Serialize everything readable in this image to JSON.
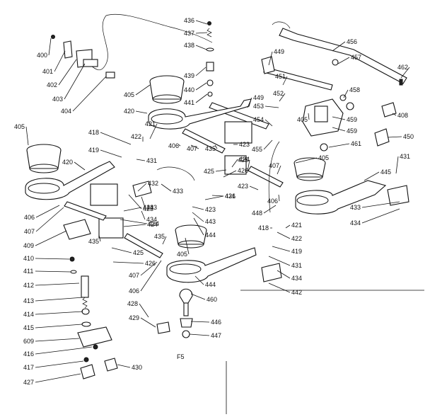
{
  "diagram": {
    "page_mark": "F5",
    "callouts": [
      "436",
      "437",
      "438",
      "439",
      "440",
      "441",
      "400",
      "401",
      "402",
      "403",
      "404",
      "405",
      "405",
      "405",
      "405",
      "405",
      "420",
      "420",
      "421",
      "421",
      "422",
      "422",
      "418",
      "418",
      "419",
      "419",
      "406",
      "406",
      "406",
      "406",
      "407",
      "407",
      "407",
      "407",
      "435",
      "435",
      "435",
      "423",
      "423",
      "423",
      "423",
      "424",
      "424",
      "424",
      "424",
      "425",
      "425",
      "425",
      "426",
      "426",
      "426",
      "431",
      "431",
      "431",
      "431",
      "432",
      "433",
      "433",
      "433",
      "434",
      "434",
      "434",
      "442",
      "443",
      "444",
      "444",
      "445",
      "446",
      "447",
      "448",
      "449",
      "449",
      "450",
      "451",
      "452",
      "453",
      "454",
      "455",
      "456",
      "457",
      "458",
      "459",
      "459",
      "460",
      "461",
      "462",
      "408",
      "409",
      "410",
      "411",
      "412",
      "413",
      "414",
      "415",
      "609",
      "416",
      "417",
      "427",
      "428",
      "429",
      "430"
    ]
  }
}
